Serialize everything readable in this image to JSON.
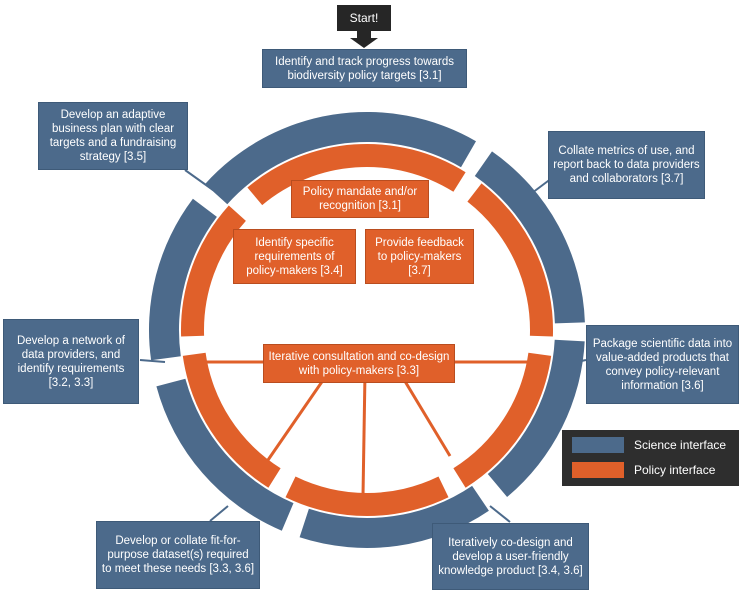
{
  "start_label": "Start!",
  "colors": {
    "science": "#4c6a8b",
    "policy": "#e0602a",
    "legend_bg": "#2e2e2e",
    "connector": "#4c6a8b"
  },
  "outer_steps": {
    "step_3_1": "Identify and track progress towards biodiversity policy targets [3.1]",
    "step_3_7": "Collate metrics of use, and report back to data providers and collaborators [3.7]",
    "step_3_6": "Package scientific data into value-added products that convey policy-relevant information [3.6]",
    "step_3_4_3_6": "Iteratively co-design and develop a user-friendly knowledge product [3.4, 3.6]",
    "step_3_3_3_6": "Develop or collate fit-for-purpose dataset(s) required to meet these needs [3.3, 3.6]",
    "step_3_2_3_3": "Develop a network of data providers, and identify requirements [3.2, 3.3]",
    "step_3_5": "Develop an adaptive business plan with clear targets and a fundraising strategy [3.5]"
  },
  "inner_steps": {
    "mandate": "Policy mandate and/or recognition [3.1]",
    "requirements": "Identify specific requirements of policy-makers [3.4]",
    "feedback": "Provide feedback to policy-makers [3.7]",
    "consultation": "Iterative consultation and co-design with policy-makers [3.3]"
  },
  "legend": {
    "science": "Science interface",
    "policy": "Policy interface"
  }
}
